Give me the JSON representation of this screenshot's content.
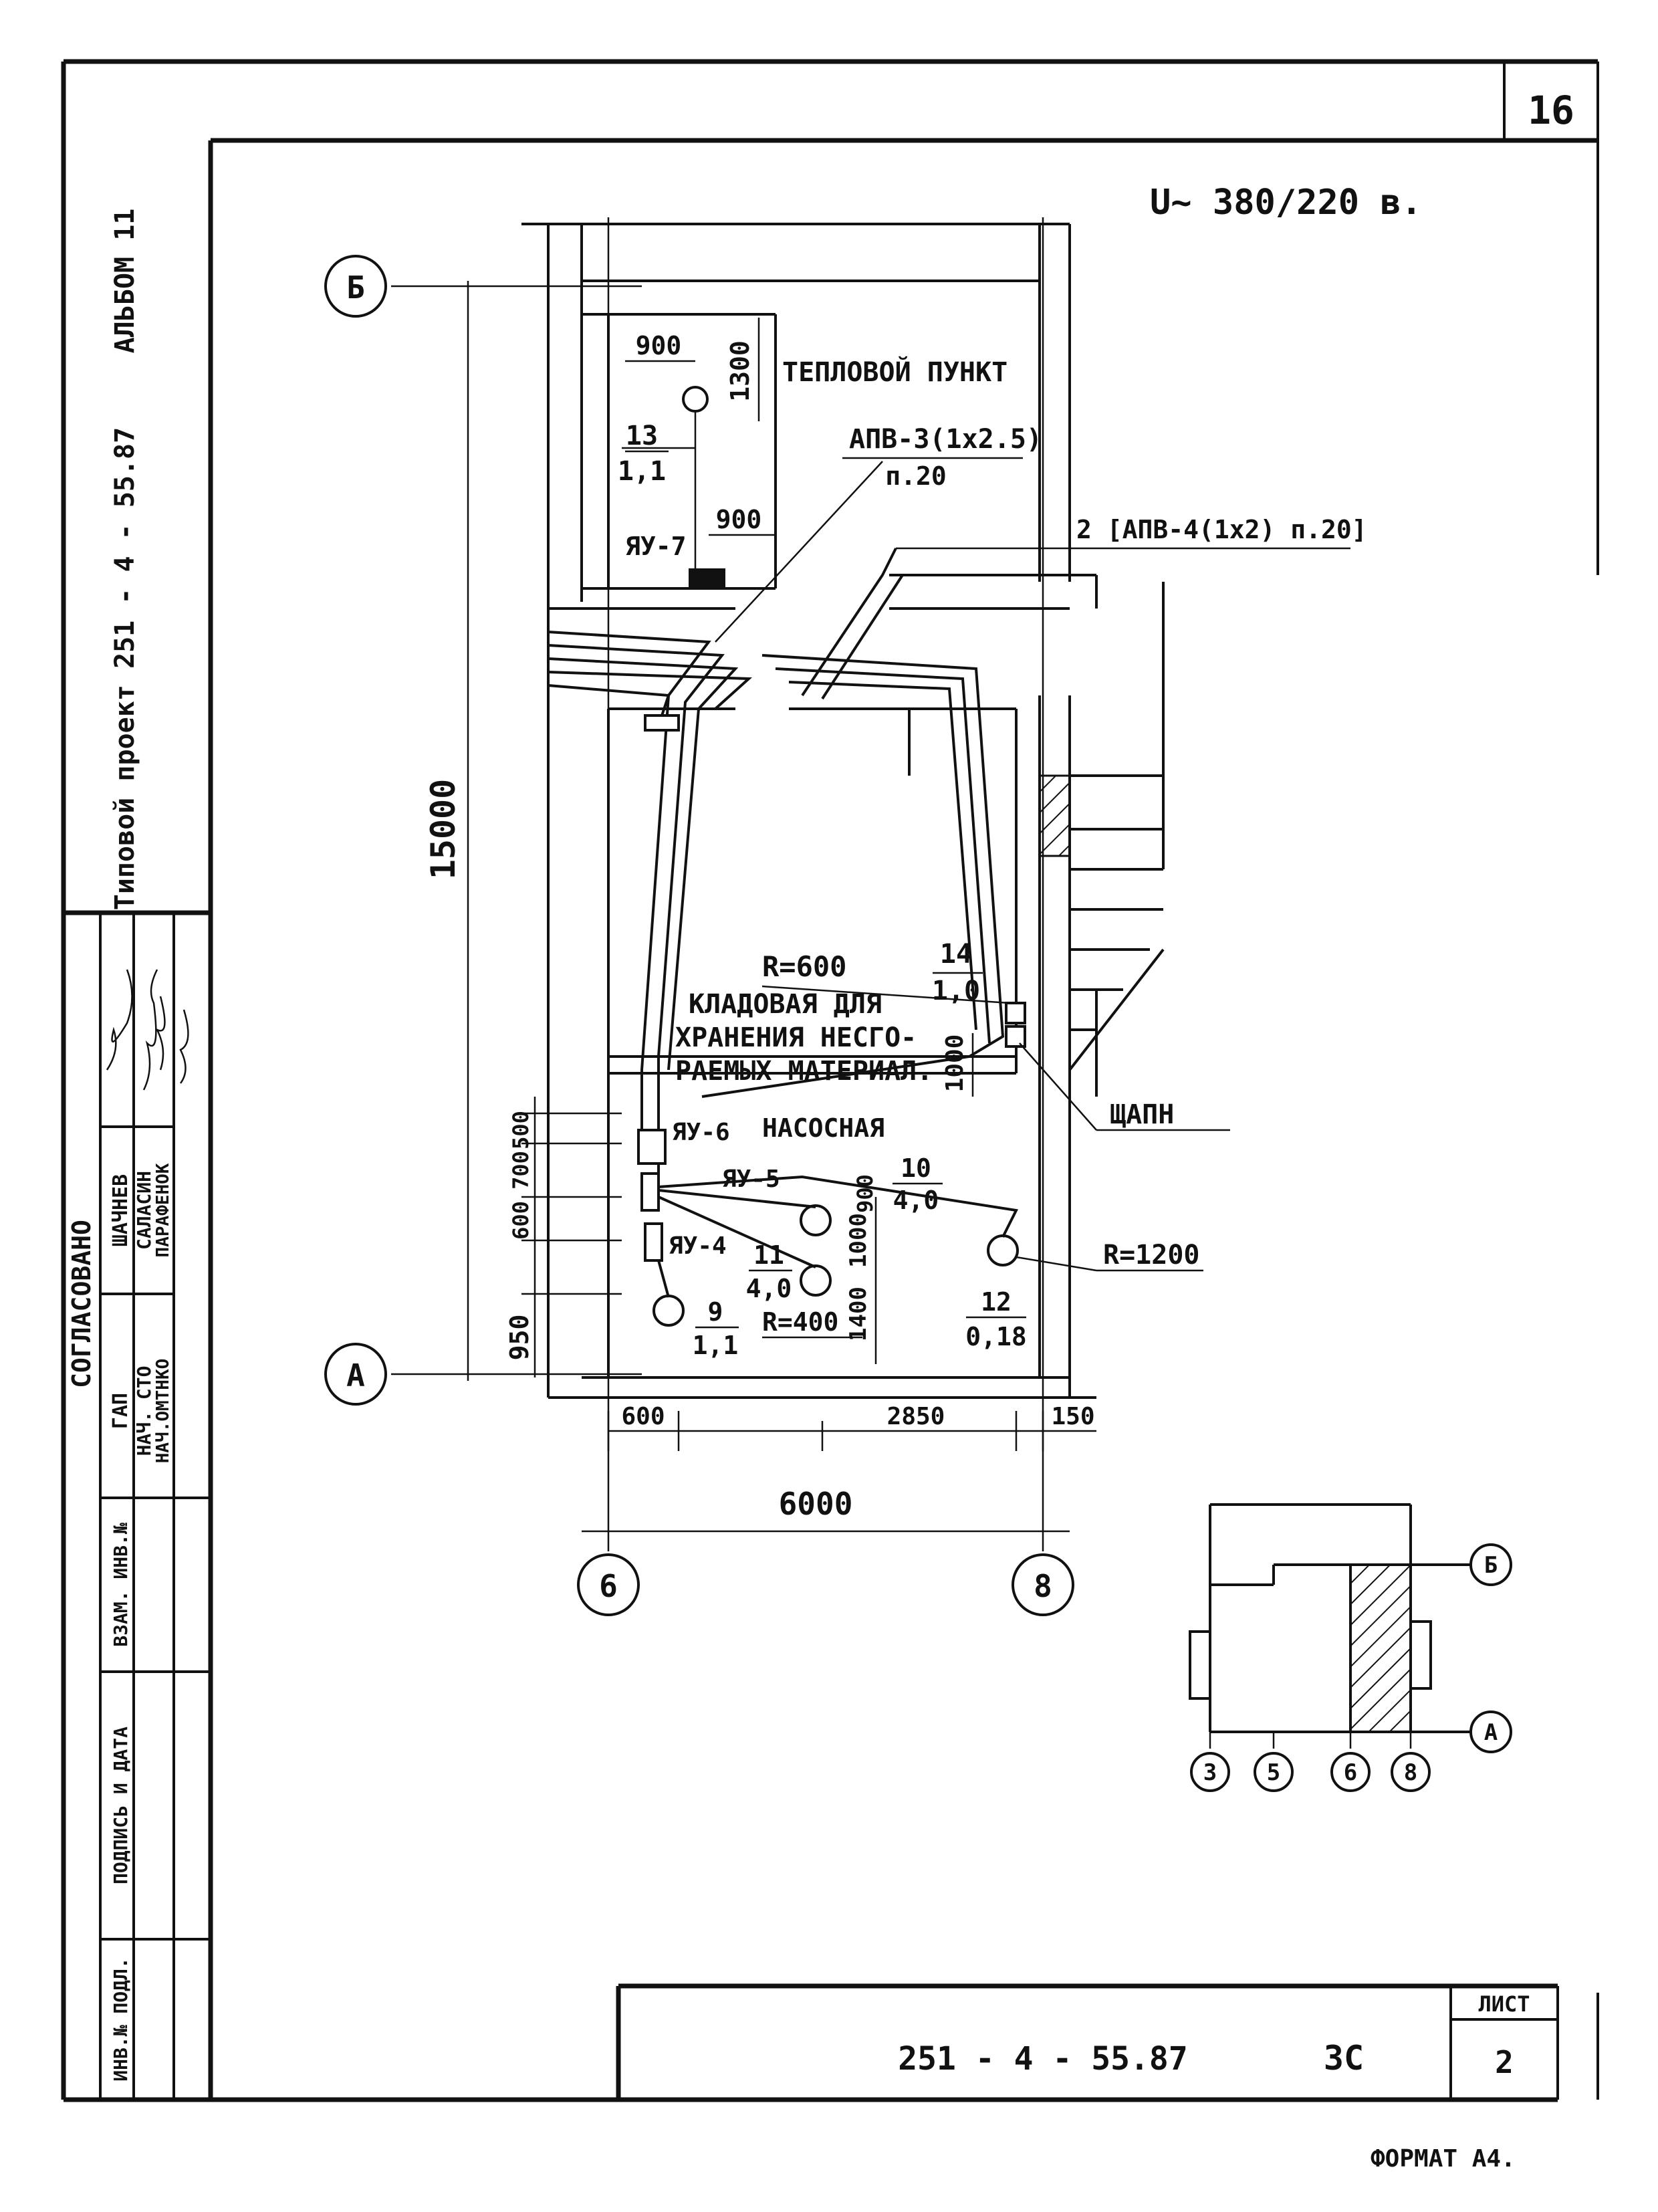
{
  "sheet": {
    "page_number": "16",
    "voltage": "U~ 380/220 в.",
    "format": "ФОРМАТ А4."
  },
  "margin": {
    "album": "АЛЬБОМ 11",
    "project": "Типовой проект  251 - 4 - 55.87",
    "agreed": "СОГЛАСОВАНО",
    "approvals": [
      {
        "role": "ГАП",
        "name": "ШАЧНЕВ"
      },
      {
        "role": "НАЧ. СТО",
        "name": "САЛАСИН"
      },
      {
        "role": "НАЧ.ОМТНКО",
        "name": "ПАРАФЕНОК"
      }
    ],
    "fields": [
      "ВЗАМ. ИНВ.№",
      "ПОДПИСЬ И ДАТА",
      "ИНВ.№ ПОДЛ."
    ]
  },
  "title_block": {
    "doc_code": "251 - 4 - 55.87",
    "mark": "ЗС",
    "sheet_label": "ЛИСТ",
    "sheet_number": "2"
  },
  "plan": {
    "axes": {
      "top": "Б",
      "bottom": "А",
      "left": "6",
      "right": "8"
    },
    "dims": {
      "d15000": "15000",
      "d6000": "6000",
      "d600": "600",
      "d2850": "2850",
      "d150": "150",
      "d950": "950",
      "d900a": "900",
      "d900b": "900",
      "d1300": "1300",
      "d1000": "1000",
      "d1400": "1400",
      "d1000b": "1000",
      "d900c": "900",
      "d600b": "600",
      "d700": "700",
      "d500": "500"
    },
    "rooms": {
      "heat_point": "ТЕПЛОВОЙ ПУНКТ",
      "storage_1": "КЛАДОВАЯ ДЛЯ",
      "storage_2": "ХРАНЕНИЯ НЕСГО-",
      "storage_3": "РАЕМЫХ МАТЕРИАЛ.",
      "pump": "НАСОСНАЯ"
    },
    "cables": {
      "c1": "АПВ-3(1х2.5)",
      "c1_route": "п.20",
      "c2": "2 [АПВ-4(1х2) п.20]"
    },
    "boxes": {
      "yu7": "ЯУ-7",
      "yu6": "ЯУ-6",
      "yu5": "ЯУ-5",
      "yu4": "ЯУ-4",
      "panel": "ЩАПН"
    },
    "radii": {
      "r600": "R=600",
      "r1200": "R=1200",
      "r400": "R=400"
    },
    "loads": [
      {
        "num": "13",
        "val": "1,1"
      },
      {
        "num": "14",
        "val": "1,0"
      },
      {
        "num": "10",
        "val": "4,0"
      },
      {
        "num": "11",
        "val": "4,0"
      },
      {
        "num": "9",
        "val": "1,1"
      },
      {
        "num": "12",
        "val": "0,18"
      }
    ]
  },
  "key_plan": {
    "axes": {
      "b": "Б",
      "a": "А",
      "a3": "3",
      "a5": "5",
      "a6": "6",
      "a8": "8"
    }
  }
}
